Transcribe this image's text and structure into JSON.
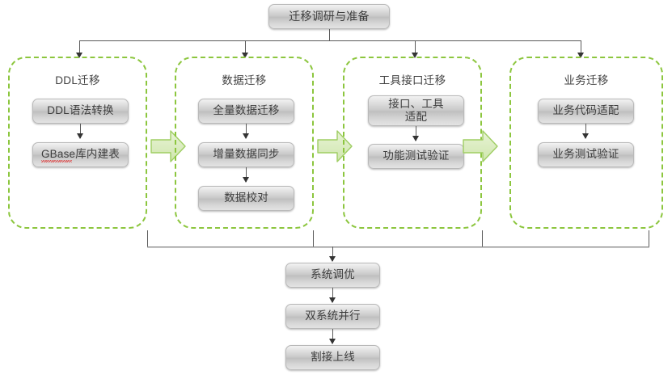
{
  "diagram": {
    "title_node": {
      "label": "迁移调研与准备"
    },
    "groups": [
      {
        "title": "DDL迁移",
        "steps": [
          {
            "label": "DDL语法转换",
            "misspelled": false
          },
          {
            "label": "GBase库内建表",
            "misspelled": true
          }
        ]
      },
      {
        "title": "数据迁移",
        "steps": [
          {
            "label": "全量数据迁移",
            "misspelled": false
          },
          {
            "label": "增量数据同步",
            "misspelled": false
          },
          {
            "label": "数据校对",
            "misspelled": false
          }
        ]
      },
      {
        "title": "工具接口迁移",
        "steps": [
          {
            "label": "接口、工具\n适配",
            "misspelled": false
          },
          {
            "label": "功能测试验证",
            "misspelled": false
          }
        ]
      },
      {
        "title": "业务迁移",
        "steps": [
          {
            "label": "业务代码适配",
            "misspelled": false
          },
          {
            "label": "业务测试验证",
            "misspelled": false
          }
        ]
      }
    ],
    "tail_steps": [
      {
        "label": "系统调优"
      },
      {
        "label": "双系统并行"
      },
      {
        "label": "割接上线"
      }
    ],
    "stage_connectors": [
      {
        "name": "ddl-to-data"
      },
      {
        "name": "data-to-tools"
      },
      {
        "name": "tools-to-business"
      }
    ],
    "colors": {
      "group_border": "#8cc63e",
      "block_arrow_fill": "#ddeec4",
      "block_arrow_stroke": "#8cc63e",
      "node_text": "#3d3d3d",
      "connector": "#5a5a5a",
      "spellcheck_underline": "#e03030"
    }
  }
}
